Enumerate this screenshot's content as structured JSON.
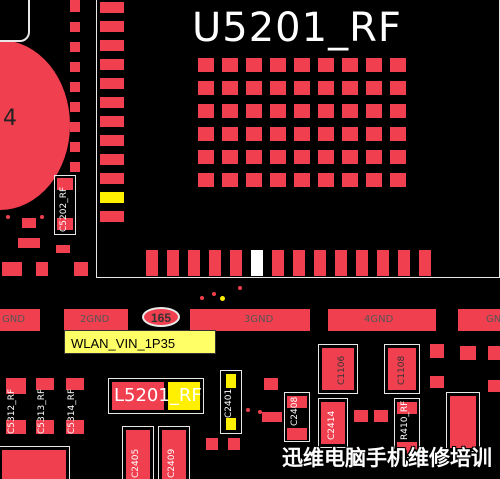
{
  "chip": {
    "label": "U5201_RF"
  },
  "inductor": {
    "label": "L5201_RF"
  },
  "tooltip": {
    "text": "WLAN_VIN_1P35"
  },
  "marker": {
    "text": "165"
  },
  "left_disc": {
    "label": "4"
  },
  "gnd_labels": [
    "GND",
    "2GND",
    "3GND",
    "4GND",
    "GND"
  ],
  "components": {
    "c5202": "C5202_RF",
    "c5312": "C5312_RF",
    "c5313": "C5313_RF",
    "c5314": "C5314_RF",
    "c2405": "C2405",
    "c2409": "C2409",
    "c2408": "C2408",
    "c1106": "C1106",
    "c1108": "C1108",
    "c2401": "C2401",
    "c2014": "C2414",
    "r410": "R410_RF"
  },
  "watermark": {
    "text": "迅维电脑手机维修培训"
  },
  "colors": {
    "pad": "#f04050",
    "highlight": "#fff000",
    "outline": "#e8e8e8",
    "background": "#000000",
    "tooltip_bg": "#ffff66"
  }
}
